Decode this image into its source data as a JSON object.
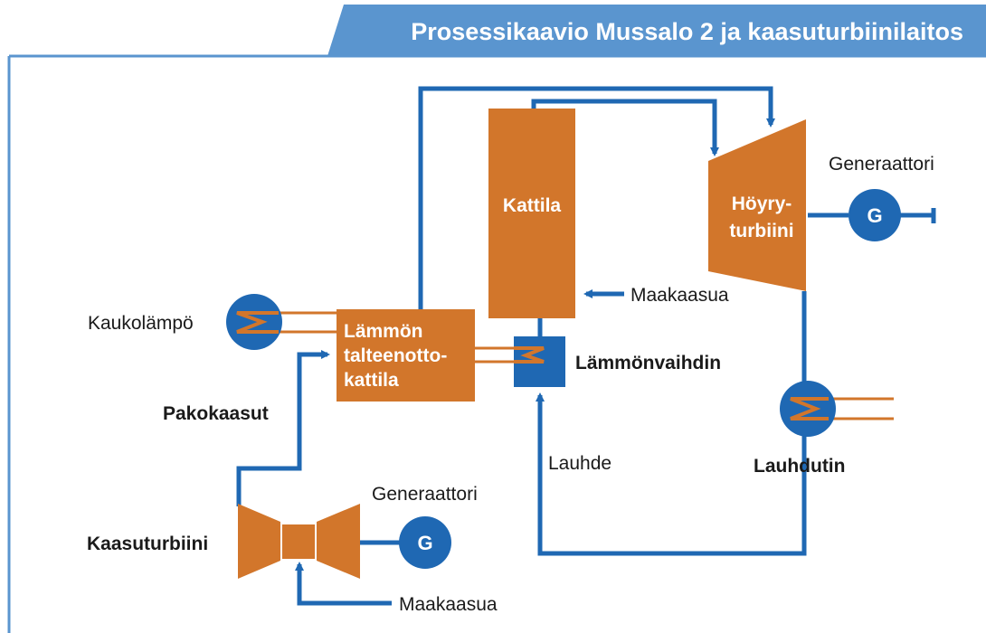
{
  "title": "Prosessikaavio Mussalo 2 ja kaasuturbiinilaitos",
  "boiler": {
    "label": "Kattila"
  },
  "steam_turbine": {
    "label_line1": "Höyry-",
    "label_line2": "turbiini"
  },
  "hrsg": {
    "label_line1": "Lämmön",
    "label_line2": "talteenotto-",
    "label_line3": "kattila"
  },
  "heat_exchanger": {
    "label": "Lämmönvaihdin"
  },
  "condenser": {
    "label": "Lauhdutin"
  },
  "gas_turbine": {
    "label": "Kaasuturbiini"
  },
  "district_heating": {
    "label": "Kaukolämpö"
  },
  "exhaust_gases": {
    "label": "Pakokaasut"
  },
  "condensate": {
    "label": "Lauhde"
  },
  "natural_gas_boiler": {
    "label": "Maakaasua"
  },
  "natural_gas_gt": {
    "label": "Maakaasua"
  },
  "generator_st": {
    "label": "Generaattori",
    "symbol": "G"
  },
  "generator_gt": {
    "label": "Generaattori",
    "symbol": "G"
  },
  "colors": {
    "orange": "#d2762b",
    "blue": "#1f68b3",
    "title_band": "#5a95cf",
    "frame": "#5a95cf"
  }
}
